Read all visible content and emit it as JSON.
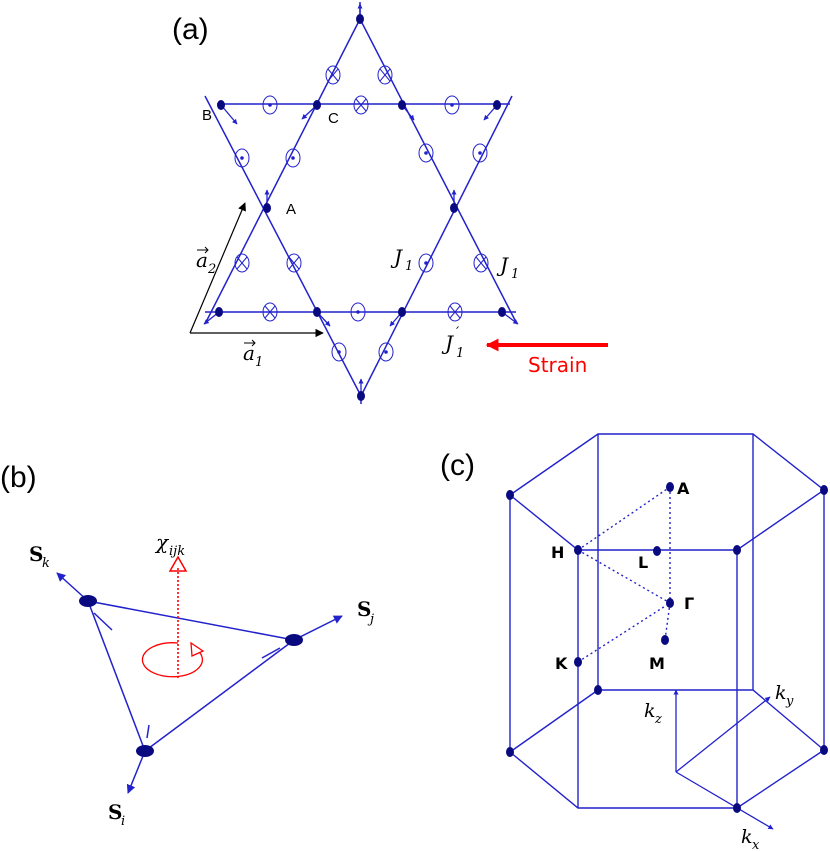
{
  "panel_a": {
    "label": "(a)",
    "sites": {
      "B": "B",
      "C": "C",
      "A": "A"
    },
    "vectors": {
      "a1": "a",
      "a1_sub": "1",
      "a2": "a",
      "a2_sub": "2"
    },
    "couplings": {
      "J1_left": "J",
      "J1_left_sub": "1",
      "J1_right": "J",
      "J1_right_sub": "1",
      "J1p": "J",
      "J1p_sub": "1",
      "J1p_prime": "′"
    },
    "strain": "Strain"
  },
  "panel_b": {
    "label": "(b)",
    "spins": {
      "k": "S",
      "k_sub": "k",
      "j": "S",
      "j_sub": "j",
      "i": "S",
      "i_sub": "i"
    },
    "chirality": {
      "chi": "χ",
      "chi_sub": "ijk"
    }
  },
  "panel_c": {
    "label": "(c)",
    "points": {
      "A": "A",
      "H": "H",
      "L": "L",
      "Gamma": "Γ",
      "K": "K",
      "M": "M"
    },
    "axes": {
      "kx": "k",
      "kx_sub": "x",
      "ky": "k",
      "ky_sub": "y",
      "kz": "k",
      "kz_sub": "z"
    }
  },
  "colors": {
    "lattice": "#2222cc",
    "site": "#0a0a80",
    "strain": "#ff0000",
    "chirality": "#ff0000",
    "annotation": "#000000"
  }
}
